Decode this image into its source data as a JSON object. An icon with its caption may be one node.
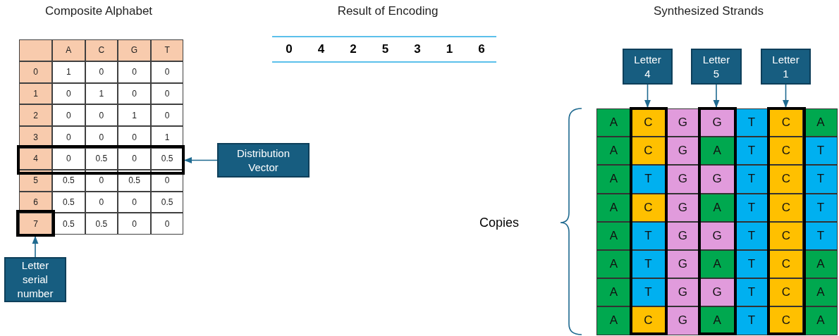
{
  "diagram": {
    "nodes": [
      {
        "text": [],
        "shape": "box"
      },
      {
        "text": [
          "Distribution Vector"
        ]
      },
      {
        "text": [],
        "shape": "box"
      },
      {
        "text": [
          "Letter serial number"
        ]
      },
      {
        "text": [
          "Letter 4"
        ]
      },
      {
        "text": [
          "Letter 5"
        ]
      },
      {
        "text": [
          "Letter 1"
        ]
      },
      {
        "text": [],
        "shape": "box"
      },
      {
        "text": [],
        "shape": "box"
      },
      {
        "text": [],
        "shape": "box"
      }
    ],
    "edges": [
      {
        "from": 1,
        "to": 0,
        "arrow": "to"
      },
      {
        "from": 3,
        "to": 2,
        "arrow": "to"
      },
      {
        "from": 4,
        "to": 7,
        "arrow": "to"
      },
      {
        "from": 5,
        "to": 8,
        "arrow": "to"
      },
      {
        "from": 6,
        "to": 9,
        "arrow": "to"
      }
    ],
    "labels": [
      "Composite Alphabet",
      "Result of Encoding",
      "Synthesized Strands",
      "A",
      "C",
      "G",
      "T",
      "0",
      "1",
      "0",
      "0",
      "0",
      "1",
      "0",
      "1",
      "0",
      "0",
      "2",
      "0",
      "0",
      "1",
      "0",
      "3",
      "0",
      "0",
      "0",
      "1",
      "4",
      "0",
      "0.5",
      "0",
      "0.5",
      "5",
      "0.5",
      "0",
      "0.5",
      "0",
      "6",
      "0.5",
      "0",
      "0",
      "0.5",
      "7",
      "0.5",
      "0.5",
      "0",
      "0",
      "0",
      "4",
      "2",
      "5",
      "3",
      "1",
      "6",
      "Copies",
      "A",
      "C",
      "G",
      "G",
      "T",
      "C",
      "A",
      "A",
      "C",
      "G",
      "A",
      "T",
      "C",
      "T",
      "A",
      "T",
      "G",
      "G",
      "T",
      "C",
      "T",
      "A",
      "C",
      "G",
      "A",
      "T",
      "C",
      "T",
      "A",
      "T",
      "G",
      "G",
      "T",
      "C",
      "T",
      "A",
      "T",
      "G",
      "A",
      "T",
      "C",
      "A",
      "A",
      "T",
      "G",
      "G",
      "T",
      "C",
      "A",
      "A",
      "C",
      "G",
      "A",
      "T",
      "C",
      "A"
    ]
  }
}
